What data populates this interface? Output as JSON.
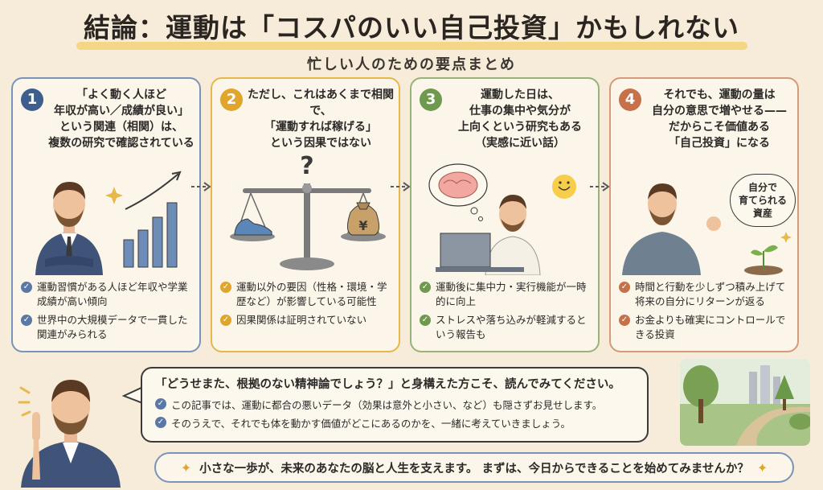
{
  "title": "結論：運動は「コスパのいい自己投資」かもしれない",
  "subtitle": "忙しい人のための要点まとめ",
  "cards": [
    {
      "number": "1",
      "head_lines": [
        "「よく動く人ほど",
        "年収が高い／成績が良い」",
        "という関連（相関）は、",
        "複数の研究で確認されている"
      ],
      "bullets": [
        "運動習慣がある人ほど年収や学業成績が高い傾向",
        "世界中の大規模データで一貫した関連がみられる"
      ]
    },
    {
      "number": "2",
      "head_lines": [
        "ただし、これはあくまで相関で、",
        "「運動すれば稼げる」",
        "という因果ではない"
      ],
      "question_mark": "?",
      "yen_symbol": "¥",
      "bullets": [
        "運動以外の要因（性格・環境・学歴など）が影響している可能性",
        "因果関係は証明されていない"
      ]
    },
    {
      "number": "3",
      "head_lines": [
        "運動した日は、",
        "仕事の集中や気分が",
        "上向くという研究もある",
        "（実感に近い話）"
      ],
      "bullets": [
        "運動後に集中力・実行機能が一時的に向上",
        "ストレスや落ち込みが軽減するという報告も"
      ]
    },
    {
      "number": "4",
      "head_lines": [
        "それでも、運動の量は",
        "自分の意思で増やせる——",
        "だからこそ価値ある",
        "「自己投資」になる"
      ],
      "thought": [
        "自分で",
        "育てられる",
        "資産"
      ],
      "bullets": [
        "時間と行動を少しずつ積み上げて将来の自分にリターンが返る",
        "お金よりも確実にコントロールできる投資"
      ]
    }
  ],
  "bubble": {
    "main": "「どうせまた、根拠のない精神論でしょう？」と身構えた方こそ、読んでみてください。",
    "lines": [
      "この記事では、運動に都合の悪いデータ（効果は意外と小さい、など）も隠さずお見せします。",
      "そのうえで、それでも体を動かす価値がどこにあるのかを、一緒に考えていきましょう。"
    ]
  },
  "footer": "小さな一歩が、未来のあなたの脳と人生を支えます。 まずは、今日からできることを始めてみませんか？",
  "icons": {
    "check": "check-icon",
    "arrow": "dashed-arrow-icon",
    "sparkle": "sparkle-icon"
  },
  "colors": {
    "card1": "#7a94b8",
    "card2": "#e6b84a",
    "card3": "#98b27a",
    "card4": "#d49a7a",
    "highlight": "#f2cf6a"
  }
}
